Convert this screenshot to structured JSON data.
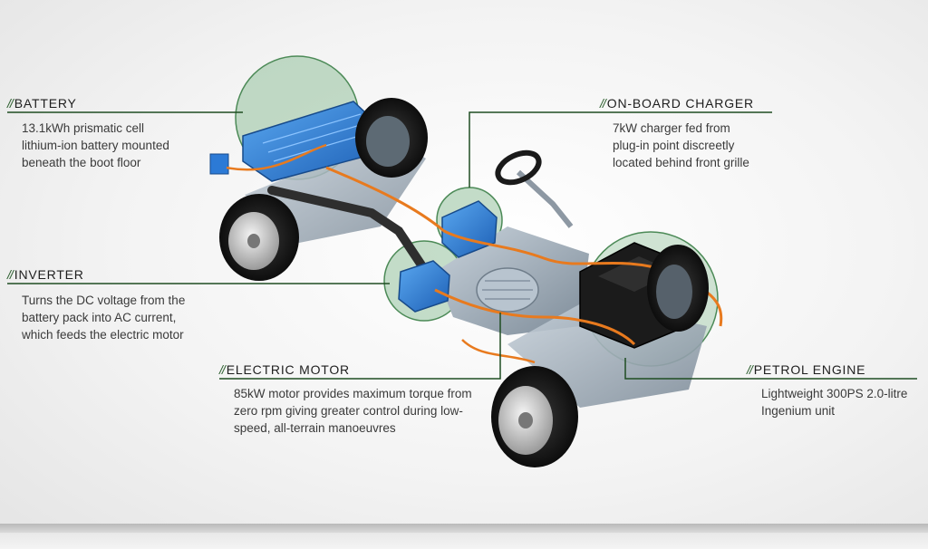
{
  "colors": {
    "accent_green": "#1f4d22",
    "highlight_green": "#7fb68a",
    "component_blue": "#2c7ad6",
    "cable_orange": "#e87a1e"
  },
  "callouts": {
    "battery": {
      "title": "BATTERY",
      "lines": [
        "13.1kWh prismatic cell",
        "lithium-ion battery mounted",
        "beneath the boot floor"
      ]
    },
    "charger": {
      "title": "ON-BOARD CHARGER",
      "lines": [
        "7kW charger fed from",
        "plug-in point discreetly",
        "located behind front grille"
      ]
    },
    "inverter": {
      "title": "INVERTER",
      "lines": [
        "Turns the DC voltage from the",
        "battery pack into AC current,",
        "which feeds the electric motor"
      ]
    },
    "motor": {
      "title": "ELECTRIC MOTOR",
      "lines": [
        "85kW motor provides maximum torque from",
        "zero rpm giving greater control during low-",
        "speed, all-terrain manoeuvres"
      ]
    },
    "engine": {
      "title": "PETROL ENGINE",
      "lines": [
        "Lightweight 300PS 2.0-litre",
        "Ingenium unit"
      ]
    }
  },
  "icons": [
    "battery-icon",
    "charger-icon",
    "inverter-icon",
    "electric-motor-icon",
    "engine-icon",
    "steering-wheel-icon",
    "wheel-icon"
  ]
}
